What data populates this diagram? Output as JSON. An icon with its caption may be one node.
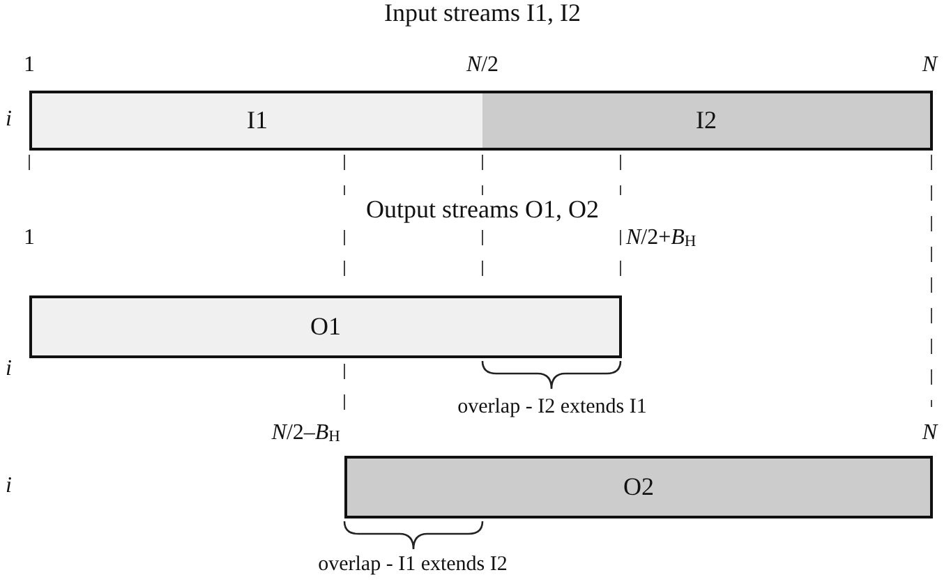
{
  "diagram": {
    "nodes": [
      {
        "text": [
          "I1"
        ]
      },
      {
        "text": [
          "I2"
        ]
      },
      {
        "text": [
          "O1"
        ]
      },
      {
        "text": [
          "O2"
        ]
      }
    ],
    "labels": [
      "Input streams I1, I2",
      "1",
      "*N*/2",
      "N",
      "i",
      "Output streams O1, O2",
      "1",
      "*N*/2+*B*$_{H}$",
      "i",
      "overlap - I2 extends I1",
      "*N*/2–*B*$_{H}$",
      "N",
      "i",
      "overlap - I1 extends I2"
    ]
  }
}
